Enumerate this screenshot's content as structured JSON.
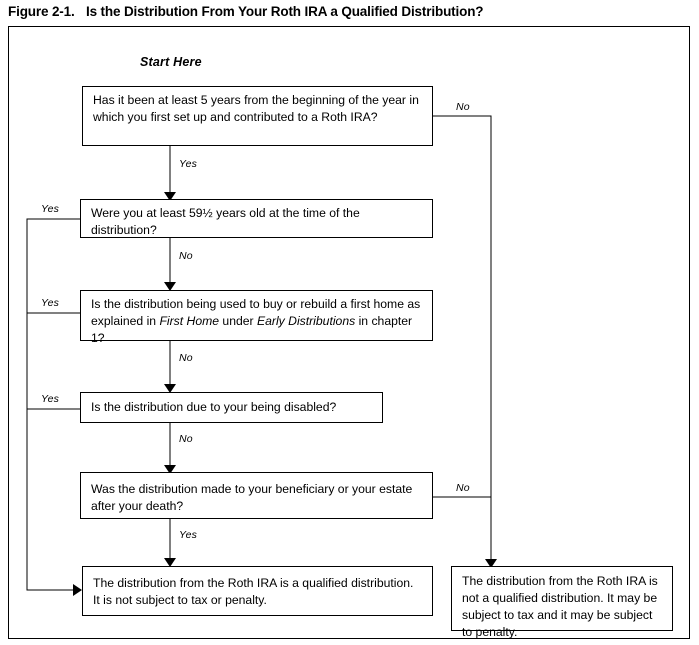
{
  "figure": {
    "number": "Figure 2-1.",
    "title": "Is the Distribution From Your Roth IRA a Qualified Distribution?",
    "start_label": "Start Here"
  },
  "nodes": {
    "q1": "Has it been at least 5 years from the beginning of the year in which you first set up and contributed to a Roth IRA?",
    "q2": "Were you at least 59½ years old at the time of the distribution?",
    "q3_part1": "Is the distribution being used to buy or rebuild a first home as explained in ",
    "q3_em1": "First Home",
    "q3_part2": " under ",
    "q3_em2": "Early Distributions",
    "q3_part3": " in chapter 1?",
    "q4": "Is the distribution due to your being disabled?",
    "q5": "Was the distribution made to your beneficiary or your estate after your death?",
    "result_qualified": "The distribution from the Roth IRA is a qualified distribution. It is not subject to tax or penalty.",
    "result_not_qualified": "The distribution from the Roth IRA is not a qualified distribution. It may be subject to tax and it may be subject to penalty."
  },
  "edges": {
    "q1_no": "No",
    "q1_yes": "Yes",
    "q2_yes": "Yes",
    "q2_no": "No",
    "q3_yes": "Yes",
    "q3_no": "No",
    "q4_yes": "Yes",
    "q4_no": "No",
    "q5_no": "No",
    "q5_yes": "Yes"
  },
  "colors": {
    "stroke": "#000000",
    "background": "#ffffff",
    "text": "#000000"
  }
}
